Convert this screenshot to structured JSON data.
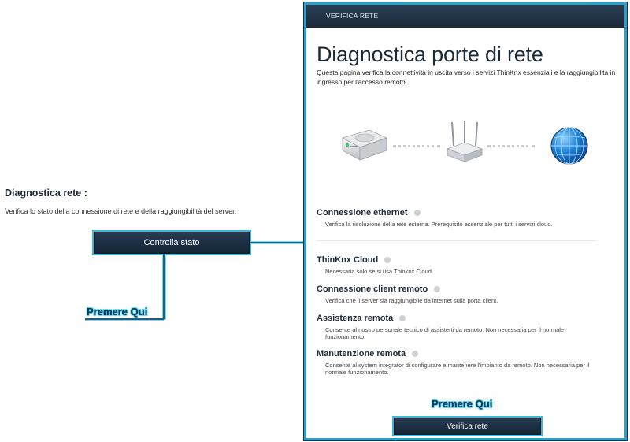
{
  "left": {
    "title": "Diagnostica rete :",
    "description": "Verifica lo stato della connessione di rete e della raggiungibilità del server.",
    "check_button_label": "Controlla stato",
    "callout": "Premere Qui"
  },
  "panel": {
    "header": "VERIFICA RETE",
    "title": "Diagnostica porte di rete",
    "description": "Questa pagina verifica la connettività in uscita verso i servizi ThinKnx essenziali e la raggiungibilità in ingresso per l'accesso remoto.",
    "checks": [
      {
        "title": "Connessione ethernet",
        "description": "Verifica la risoluzione della rete esterna. Prerequisito essenziale per tutti i servizi cloud."
      },
      {
        "title": "ThinKnx Cloud",
        "description": "Necessaria solo se si usa Thinknx Cloud."
      },
      {
        "title": "Connessione client remoto",
        "description": "Verifica che il server sia raggiungibile da internet sulla porta client."
      },
      {
        "title": "Assistenza remota",
        "description": "Consente al nostro personale tecnico di assisterti da remoto. Non necessaria per il normale funzionamento."
      },
      {
        "title": "Manutenzione remota",
        "description": "Consente al system integrator di configurare e mantenere l'impianto da remoto. Non necessaria per il normale funzionamento."
      }
    ],
    "callout": "Premere Qui",
    "verify_button_label": "Verifica rete"
  },
  "icons": [
    "server-icon",
    "router-icon",
    "globe-icon"
  ],
  "colors": {
    "accent": "#2d9fc6",
    "button_dark": "#1a2a3b",
    "status_idle": "#cfd2d5"
  }
}
